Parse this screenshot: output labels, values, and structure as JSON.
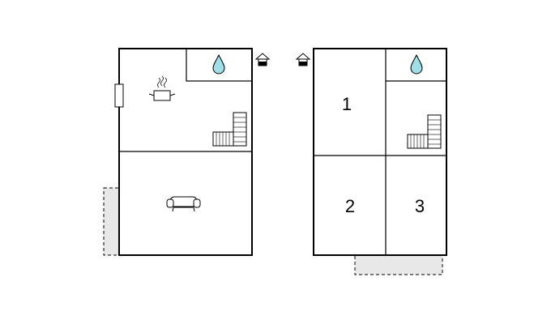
{
  "floor_plan": {
    "colors": {
      "wall": "#000000",
      "water": "#9fdfe8",
      "terrace": "#e8e8e8",
      "background": "#ffffff"
    },
    "ground_floor": {
      "icons": [
        "water-drop-icon",
        "cooking-pot-icon",
        "staircase-icon",
        "sofa-icon",
        "entrance-icon",
        "window-icon"
      ]
    },
    "upper_floor": {
      "icons": [
        "water-drop-icon",
        "staircase-icon",
        "entrance-icon"
      ],
      "rooms": [
        {
          "label": "1"
        },
        {
          "label": "2"
        },
        {
          "label": "3"
        }
      ]
    }
  }
}
